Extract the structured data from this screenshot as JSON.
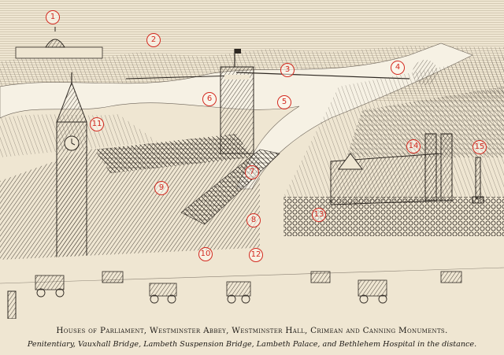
{
  "markers": [
    "1",
    "2",
    "3",
    "4",
    "5",
    "6",
    "7",
    "8",
    "9",
    "10",
    "11",
    "12",
    "13",
    "14",
    "15"
  ],
  "caption": {
    "title": "Houses of Parliament, Westminster Abbey, Westminster Hall, Crimean and Canning Monuments.",
    "subtitle": "Penitentiary, Vauxhall Bridge, Lambeth Suspension Bridge, Lambeth Palace, and Bethlehem Hospital in the distance."
  },
  "colors": {
    "paper": "#efe6d2",
    "ink": "#2a2520",
    "river": "#f6f1e4",
    "marker": "#d32a20"
  }
}
